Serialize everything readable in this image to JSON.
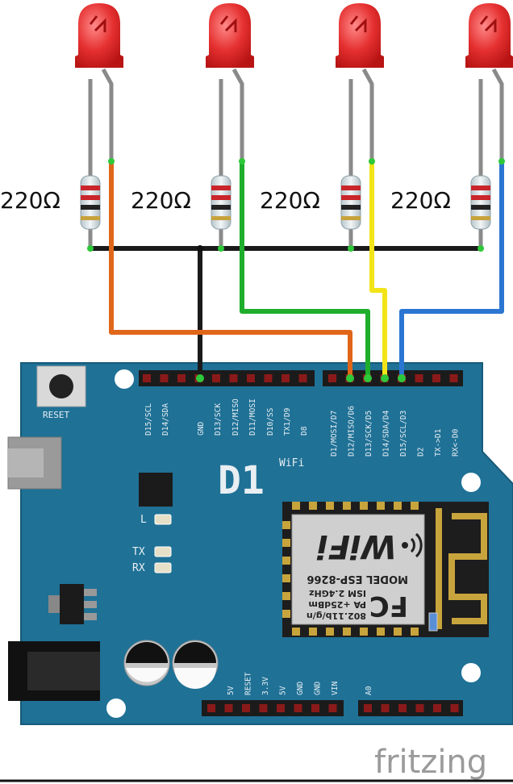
{
  "resistors": [
    {
      "label": "220Ω"
    },
    {
      "label": "220Ω"
    },
    {
      "label": "220Ω"
    },
    {
      "label": "220Ω"
    }
  ],
  "board": {
    "reset_label": "RESET",
    "logo": "D1",
    "logo_sup": "WiFi",
    "led_l": "L",
    "led_tx": "TX",
    "led_rx": "RX",
    "top_left_pins": [
      "D15/SCL",
      "D14/SDA",
      "GND",
      "D13/SCK",
      "D12/MISO",
      "D11/MOSI",
      "D10/SS",
      "TX1/D9",
      "D8"
    ],
    "top_right_pins": [
      "D1/MOSI/D7",
      "D12/MISO/D6",
      "D13/SCK/D5",
      "D14/SDA/D4",
      "D15/SCL/D3",
      "D2",
      "TX->D1",
      "RX<-D0"
    ],
    "bottom_left_pins": [
      "5V",
      "RESET",
      "3.3V",
      "5V",
      "GND",
      "GND",
      "VIN"
    ],
    "bottom_right_pins": [
      "A0"
    ]
  },
  "module": {
    "fc": "FC",
    "lines": [
      "802.11b/g/n",
      "PA +25dBm",
      "ISM 2.4GHz",
      "MODEL  ESP-8266"
    ],
    "wifi": "WiFi"
  },
  "colors": {
    "board": "#1f7196",
    "wire_orange": "#e0661a",
    "wire_green": "#1fae2c",
    "wire_yellow": "#f2e418",
    "wire_blue": "#2a76d2",
    "wire_black": "#1a1a1a",
    "led": "#e32222"
  },
  "watermark": "fritzing"
}
